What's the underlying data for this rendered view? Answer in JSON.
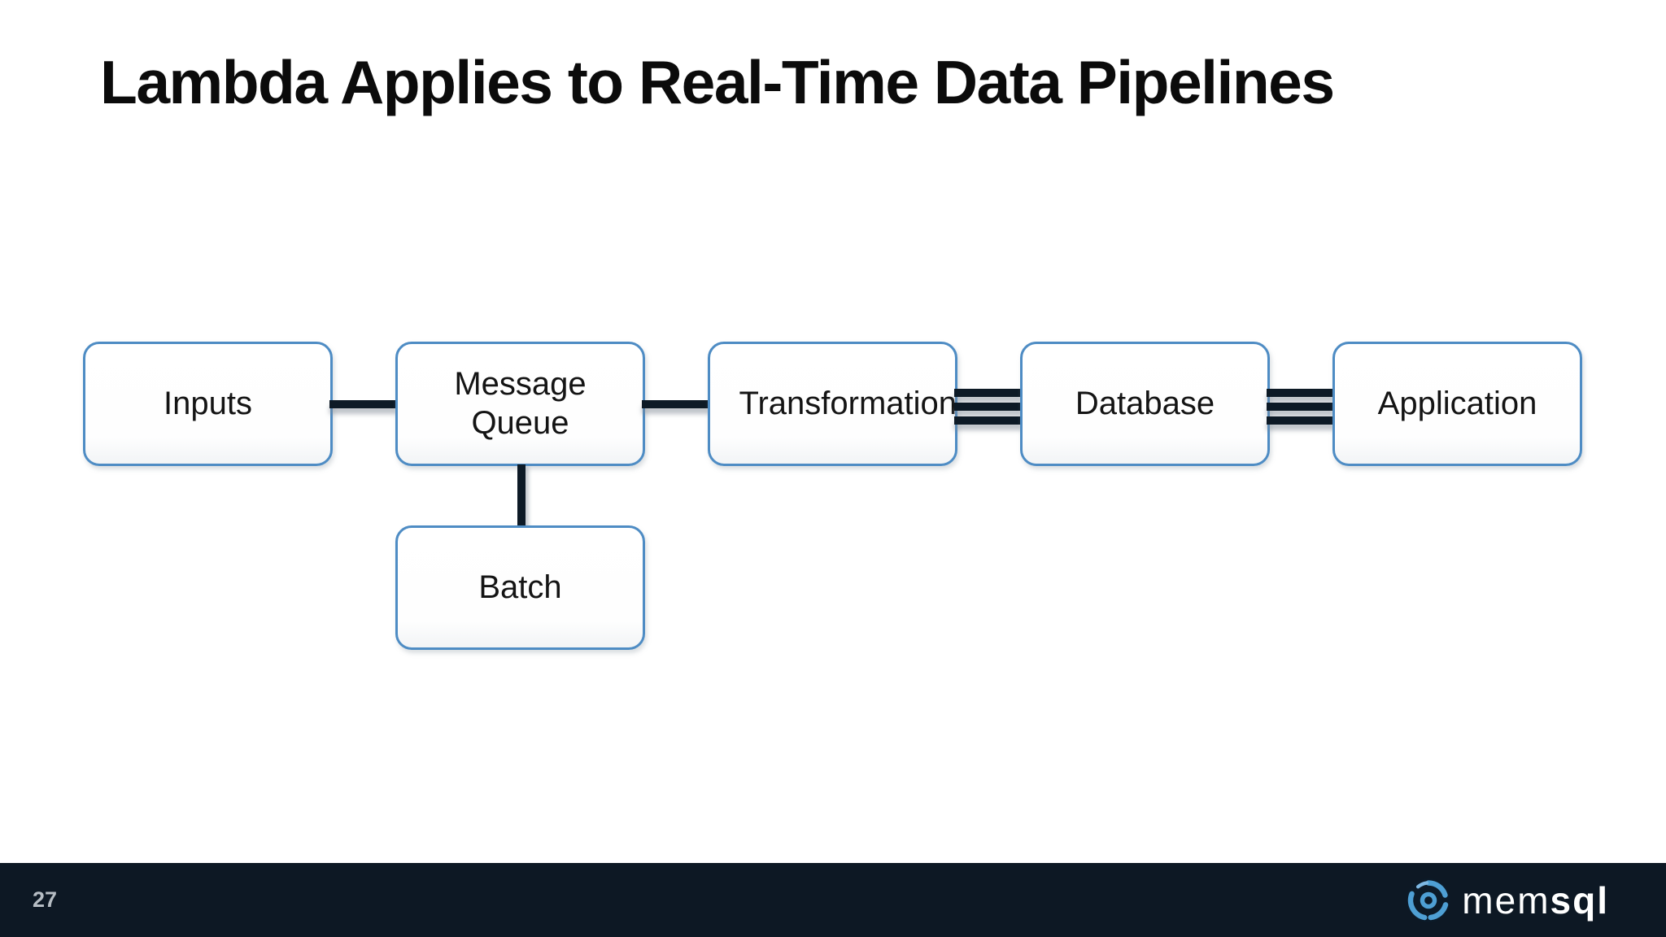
{
  "slide": {
    "title": "Lambda Applies to Real-Time Data Pipelines"
  },
  "diagram": {
    "nodes": [
      {
        "id": "inputs",
        "label": "Inputs"
      },
      {
        "id": "message-queue",
        "label": "Message Queue"
      },
      {
        "id": "transformation",
        "label": "Transformation"
      },
      {
        "id": "database",
        "label": "Database"
      },
      {
        "id": "application",
        "label": "Application"
      },
      {
        "id": "batch",
        "label": "Batch"
      }
    ],
    "connectors": [
      {
        "from": "inputs",
        "to": "message-queue",
        "style": "single-line"
      },
      {
        "from": "message-queue",
        "to": "transformation",
        "style": "single-line"
      },
      {
        "from": "transformation",
        "to": "database",
        "style": "triple-line"
      },
      {
        "from": "database",
        "to": "application",
        "style": "triple-line"
      },
      {
        "from": "message-queue",
        "to": "batch",
        "style": "single-line-vertical"
      }
    ]
  },
  "footer": {
    "page_number": "27",
    "logo": {
      "icon": "memsql-swirl-icon",
      "brand_light": "mem",
      "brand_bold": "sql"
    }
  },
  "colors": {
    "node_border": "#4e8cc4",
    "connector": "#0d1a26",
    "footer_background": "#0d1824",
    "page_number_text": "#b6bdc4",
    "logo_blue": "#4e9fd4",
    "title_text": "#0b0b0b"
  }
}
